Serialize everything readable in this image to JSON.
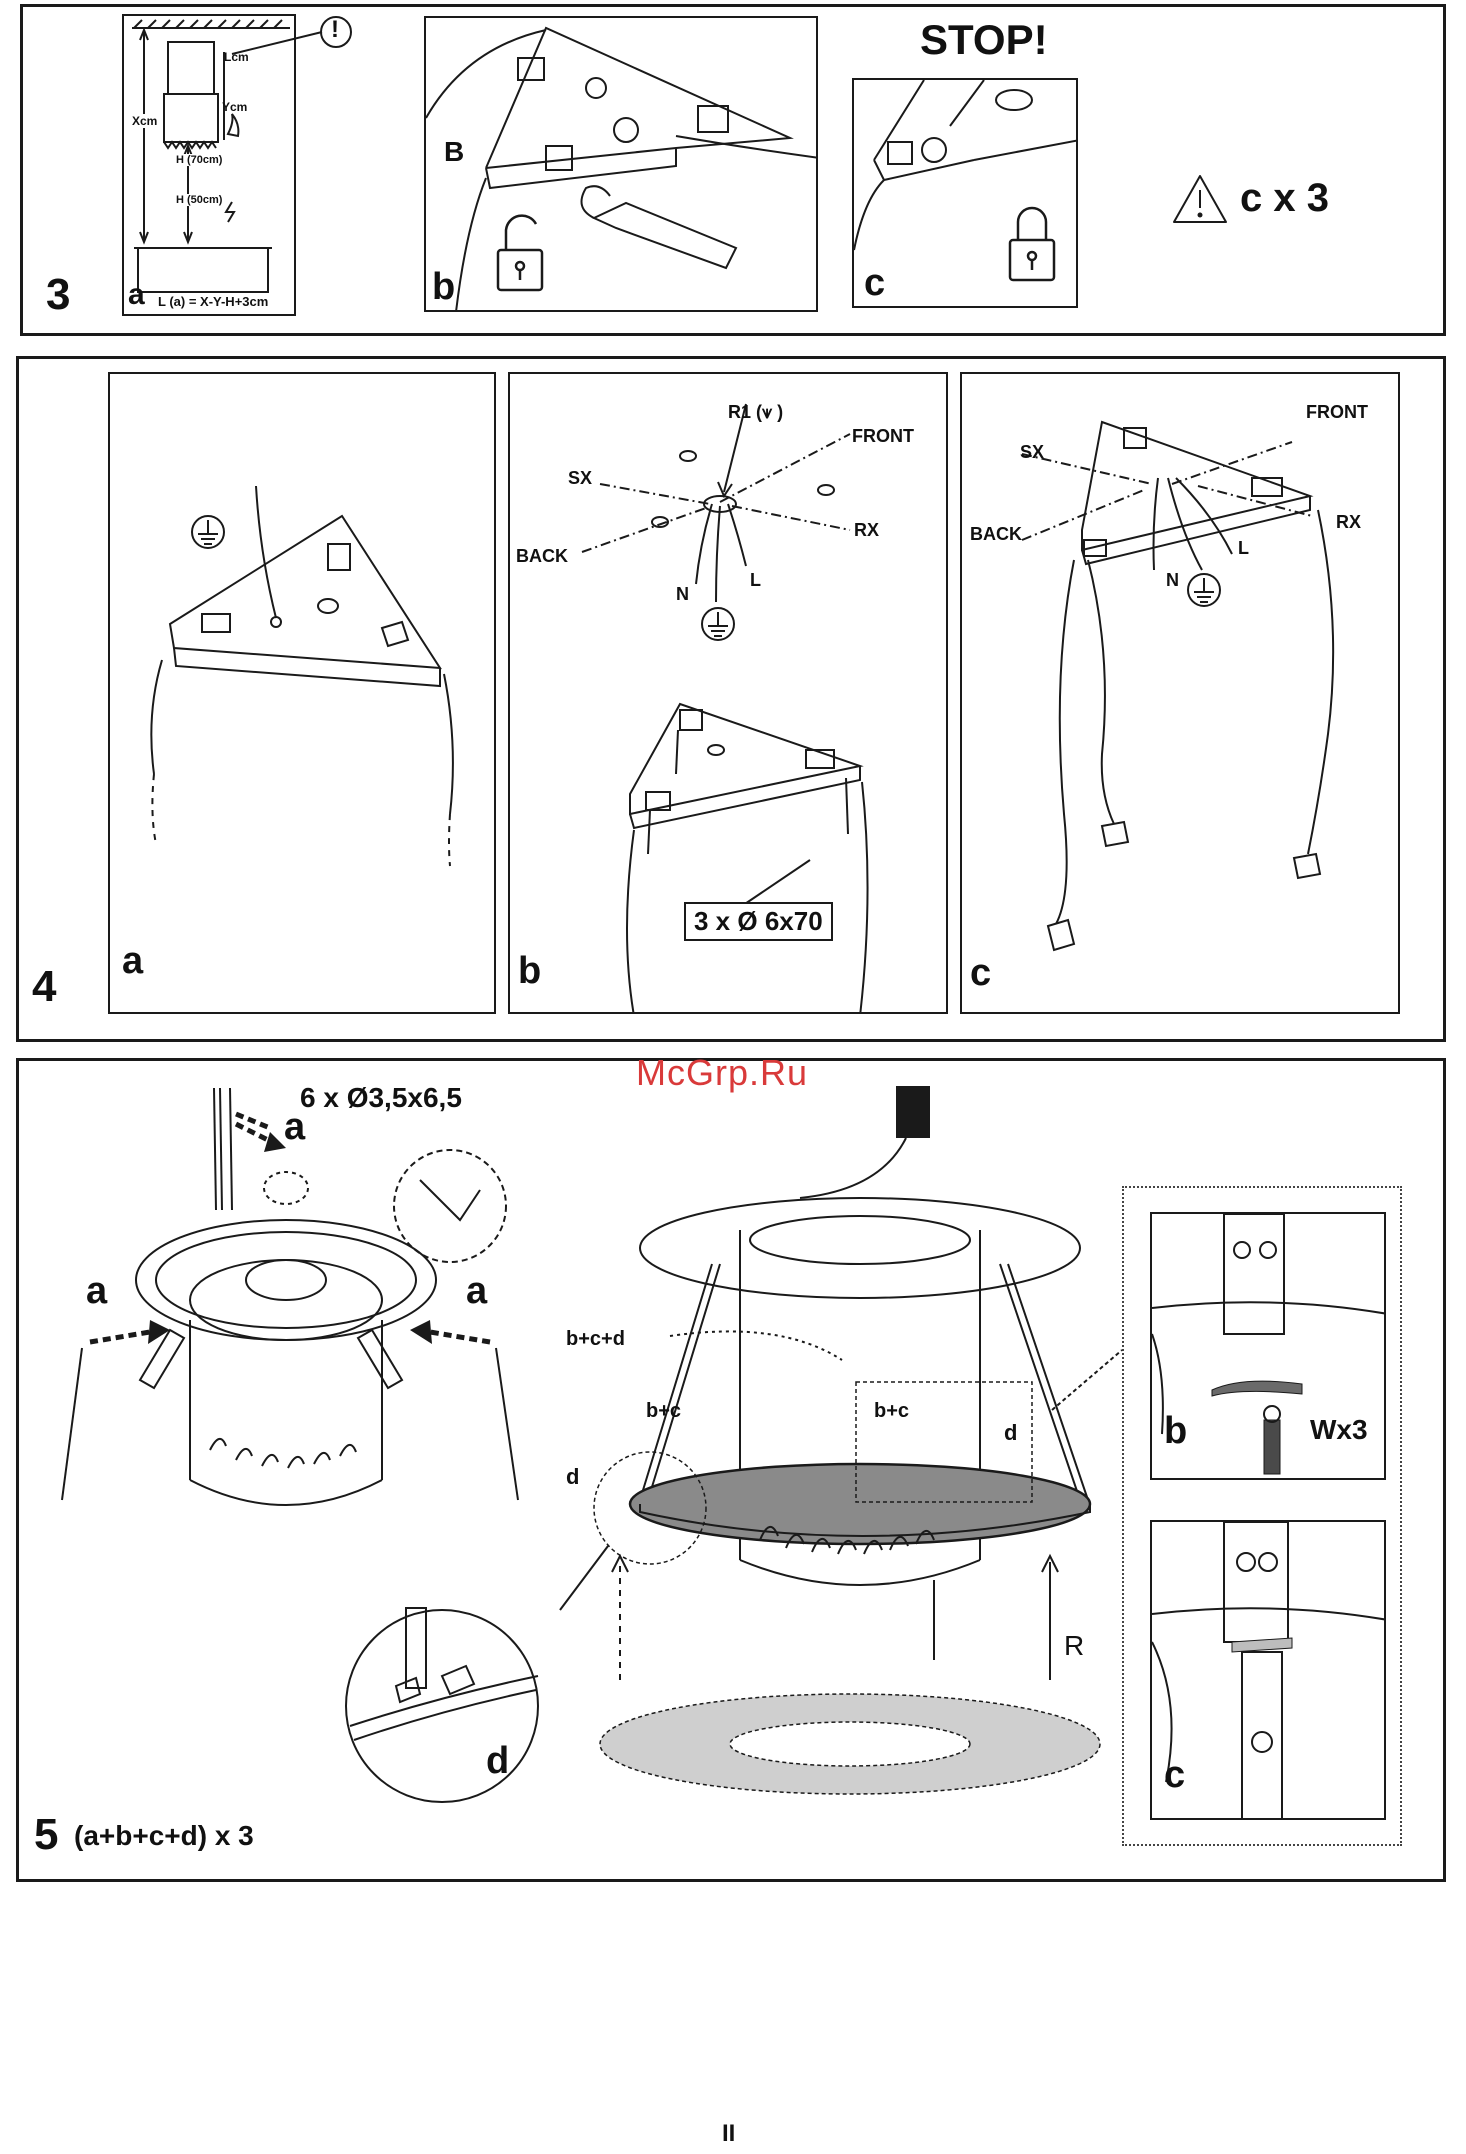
{
  "watermark": "McGrp.Ru",
  "page_number": "II",
  "section3": {
    "number": "3",
    "panel_a": {
      "label": "a",
      "lcm": "Lcm",
      "ycm": "Ycm",
      "xcm": "Xcm",
      "h70": "H (70cm)",
      "h50": "H (50cm)",
      "formula": "L (a) = X-Y-H+3cm",
      "warning_glyph": "!"
    },
    "panel_b": {
      "label": "b",
      "marker": "B"
    },
    "panel_c": {
      "label": "c",
      "stop": "STOP!"
    },
    "repeat": "c x 3"
  },
  "section4": {
    "number": "4",
    "panel_a": {
      "label": "a"
    },
    "panel_b": {
      "label": "b",
      "r1": "R1 (⩛ )",
      "front": "FRONT",
      "sx": "SX",
      "rx": "RX",
      "back": "BACK",
      "n": "N",
      "l": "L",
      "screws": "3 x Ø 6x70"
    },
    "panel_c": {
      "label": "c",
      "front": "FRONT",
      "sx": "SX",
      "rx": "RX",
      "back": "BACK",
      "n": "N",
      "l": "L"
    }
  },
  "section5": {
    "number": "5",
    "repeat": "(a+b+c+d) x 3",
    "screws": "6 x Ø3,5x6,5",
    "label_a": "a",
    "bcd": "b+c+d",
    "bc": "b+c",
    "d": "d",
    "r": "R",
    "detail_b": {
      "label": "b",
      "wx3": "Wx3"
    },
    "detail_c": {
      "label": "c"
    },
    "detail_d": {
      "label": "d"
    }
  }
}
